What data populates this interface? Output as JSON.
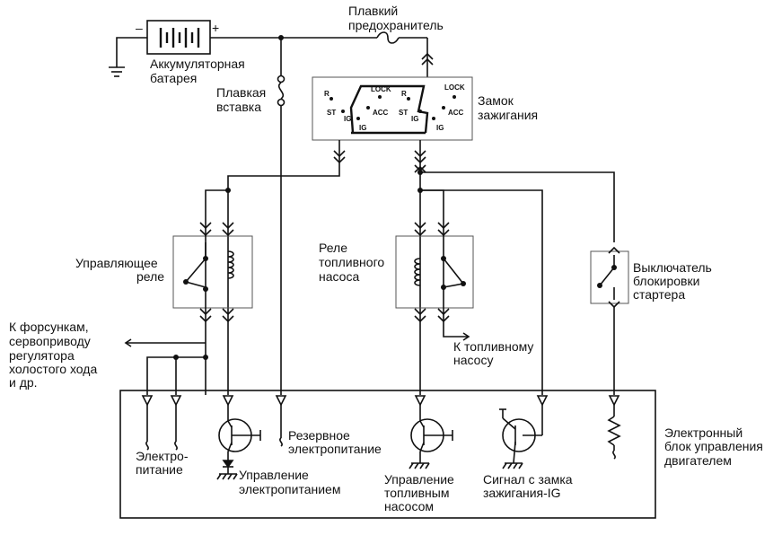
{
  "labels": {
    "fusible_fuse": [
      "Плавкий",
      "предохранитель"
    ],
    "battery": [
      "Аккумуляторная",
      "батарея"
    ],
    "fusible_link": [
      "Плавкая",
      "вставка"
    ],
    "ignition_switch": [
      "Замок",
      "зажигания"
    ],
    "main_relay": [
      "Управляющее",
      "реле"
    ],
    "fuel_pump_relay": [
      "Реле",
      "топливного",
      "насоса"
    ],
    "starter_switch": [
      "Выключатель",
      "блокировки",
      "стартера"
    ],
    "injectors": [
      "К форсункам,",
      "сервоприводу",
      "регулятора",
      "холостого хода",
      "и др."
    ],
    "to_fuel_pump": [
      "К топливному",
      "насосу"
    ],
    "backup_power": [
      "Резервное",
      "электропитание"
    ],
    "ecu": [
      "Электронный",
      "блок управления",
      "двигателем"
    ],
    "power": [
      "Электро-",
      "питание"
    ],
    "power_control": [
      "Управление",
      "электропитанием"
    ],
    "pump_control": [
      "Управление",
      "топливным",
      "насосом"
    ],
    "ig_signal": [
      "Сигнал с замка",
      "зажигания-IG"
    ]
  },
  "battery_terminals": {
    "minus": "–",
    "plus": "+"
  },
  "switch_positions": {
    "left": {
      "r": "R",
      "lock": "LOCK",
      "st": "ST",
      "ig": "IG",
      "acc": "ACC",
      "ig2": "IG"
    },
    "right": {
      "r": "R",
      "lock": "LOCK",
      "st": "ST",
      "ig": "IG",
      "acc": "ACC",
      "ig2": "IG"
    }
  }
}
